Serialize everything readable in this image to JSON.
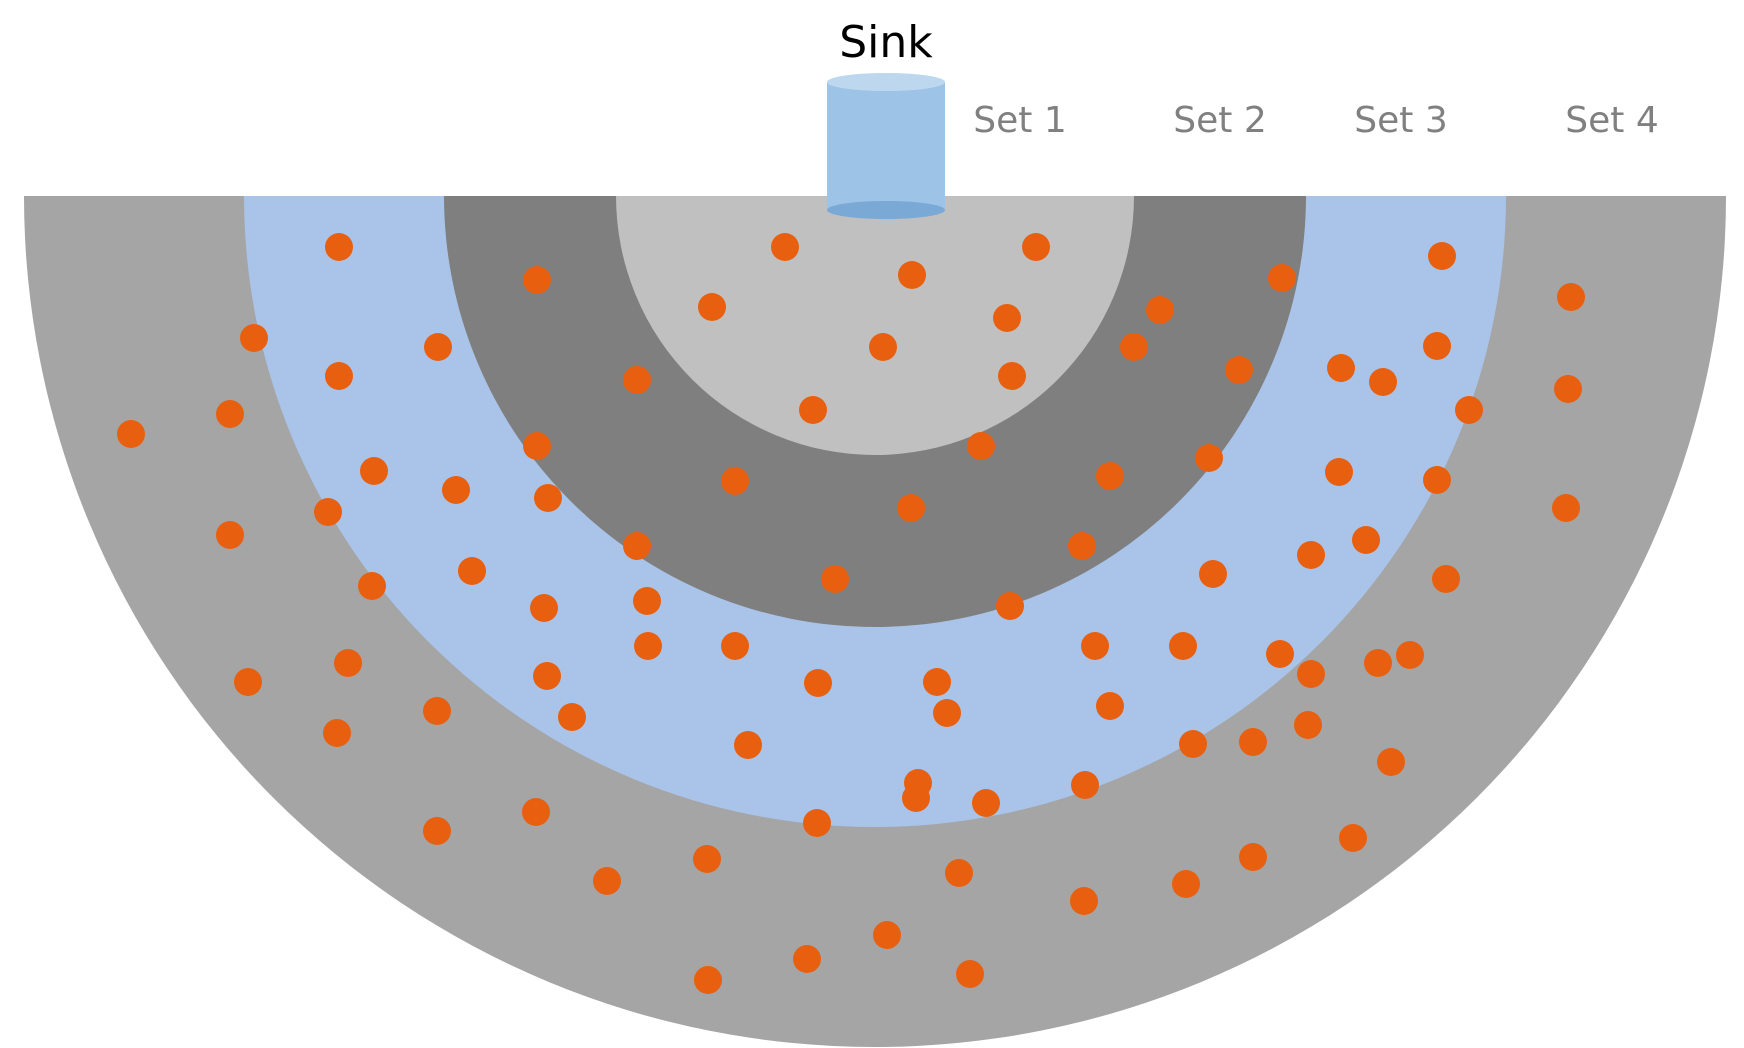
{
  "diagram": {
    "sink_label": "Sink",
    "sets": [
      {
        "label": "Set 1",
        "color": "#c0c0c0"
      },
      {
        "label": "Set 2",
        "color": "#7f7f7f"
      },
      {
        "label": "Set 3",
        "color": "#a9c4e8"
      },
      {
        "label": "Set 4",
        "color": "#a5a5a5"
      }
    ],
    "colors": {
      "background": "#ffffff",
      "node": "#e8600f",
      "sink_body": "#9dc3e6",
      "sink_top": "#bdd7ee",
      "sink_bottom": "#7aa9d6",
      "sink_label": "#000000",
      "set_label": "#808080"
    },
    "icons": {
      "sink": "cylinder-sink-icon",
      "node": "sensor-node-dot"
    }
  }
}
